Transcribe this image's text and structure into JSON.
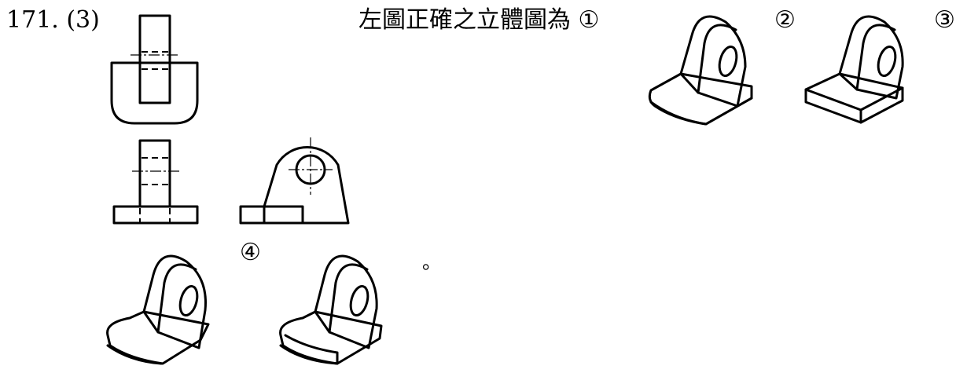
{
  "question": {
    "number": "171. (3)",
    "stem": "左圖正確之立體圖為 ①",
    "option2": "②",
    "option3": "③",
    "option4": "④",
    "end": "。"
  }
}
